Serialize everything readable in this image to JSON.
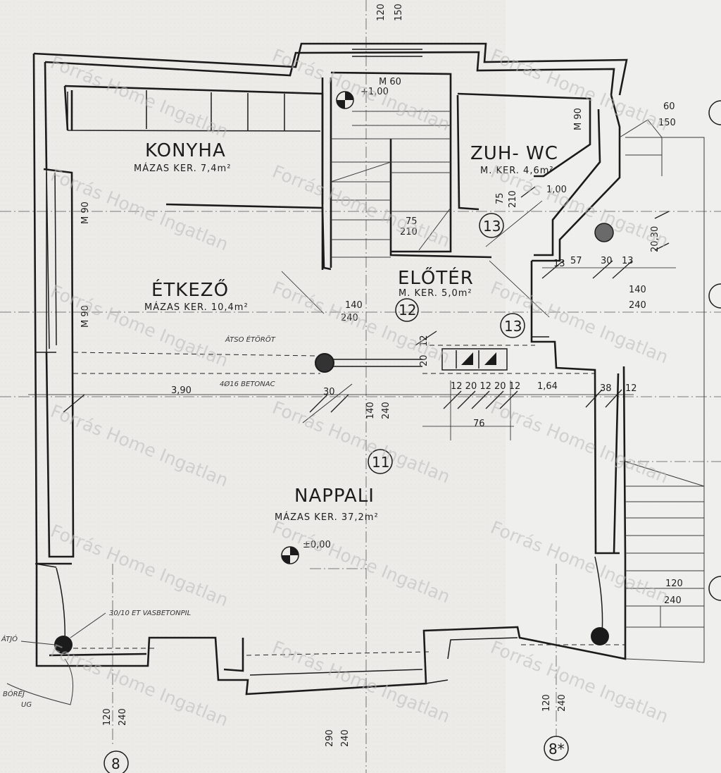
{
  "rooms": {
    "konyha": {
      "name": "KONYHA",
      "floor": "MÁZAS KER. 7,4m²"
    },
    "zuhwc": {
      "name": "ZUH- WC",
      "floor": "M. KER. 4,6m²"
    },
    "etkezo": {
      "name": "ÉTKEZŐ",
      "floor": "MÁZAS KER. 10,4m²"
    },
    "eloter": {
      "name": "ELŐTÉR",
      "floor": "M. KER. 5,0m²"
    },
    "nappali": {
      "name": "NAPPALI",
      "floor": "MÁZAS KER. 37,2m²"
    }
  },
  "room_numbers": {
    "eloter": "12",
    "nappali": "11",
    "upper_right": "13",
    "lower_right": "13"
  },
  "levels": {
    "stair_top": "+1,00",
    "nappali": "±0,00"
  },
  "grid_axes": {
    "bottom_left": "8",
    "bottom_right": "8*"
  },
  "annotations": {
    "beam_top": "ÁTSO ÉTÖRÖT",
    "beam_bottom": "4Ø16 BETONAC",
    "column_note": "30/10 ET VASBETONPIL",
    "left_note_1": "ÁTJÓ",
    "left_note_2": "BÓRÉJ",
    "left_note_3": "UG"
  },
  "dimensions": {
    "top_1": "120",
    "top_2": "150",
    "m60": "M 60",
    "top_right_60": "60",
    "top_right_150": "150",
    "m90_top": "M 90",
    "m90_mid": "M 90",
    "m90_right": "M 90",
    "d_75": "75",
    "d_210": "210",
    "d_75b": "75",
    "d_210b": "210",
    "d_100": "1,00",
    "d_2030": "20,30",
    "d_13a": "13",
    "d_57": "57",
    "d_30": "30",
    "d_13b": "13",
    "d_140a": "140",
    "d_240a": "240",
    "d_140b": "140",
    "d_240b": "240",
    "d_390": "3,90",
    "d_30b": "30",
    "d_140c": "140",
    "d_240c": "240",
    "d_12a": "12",
    "d_20a": "20",
    "d_seq": "12 20 12 20 12",
    "d_164": "1,64",
    "d_38": "38",
    "d_12b": "12",
    "d_76": "76",
    "d_120r": "120",
    "d_240r": "240",
    "d_120bl": "120",
    "d_240bl": "240",
    "d_290": "290",
    "d_240bm": "240",
    "d_120br": "120",
    "d_240br": "240"
  },
  "watermark": "Forrás Home Ingatlan"
}
